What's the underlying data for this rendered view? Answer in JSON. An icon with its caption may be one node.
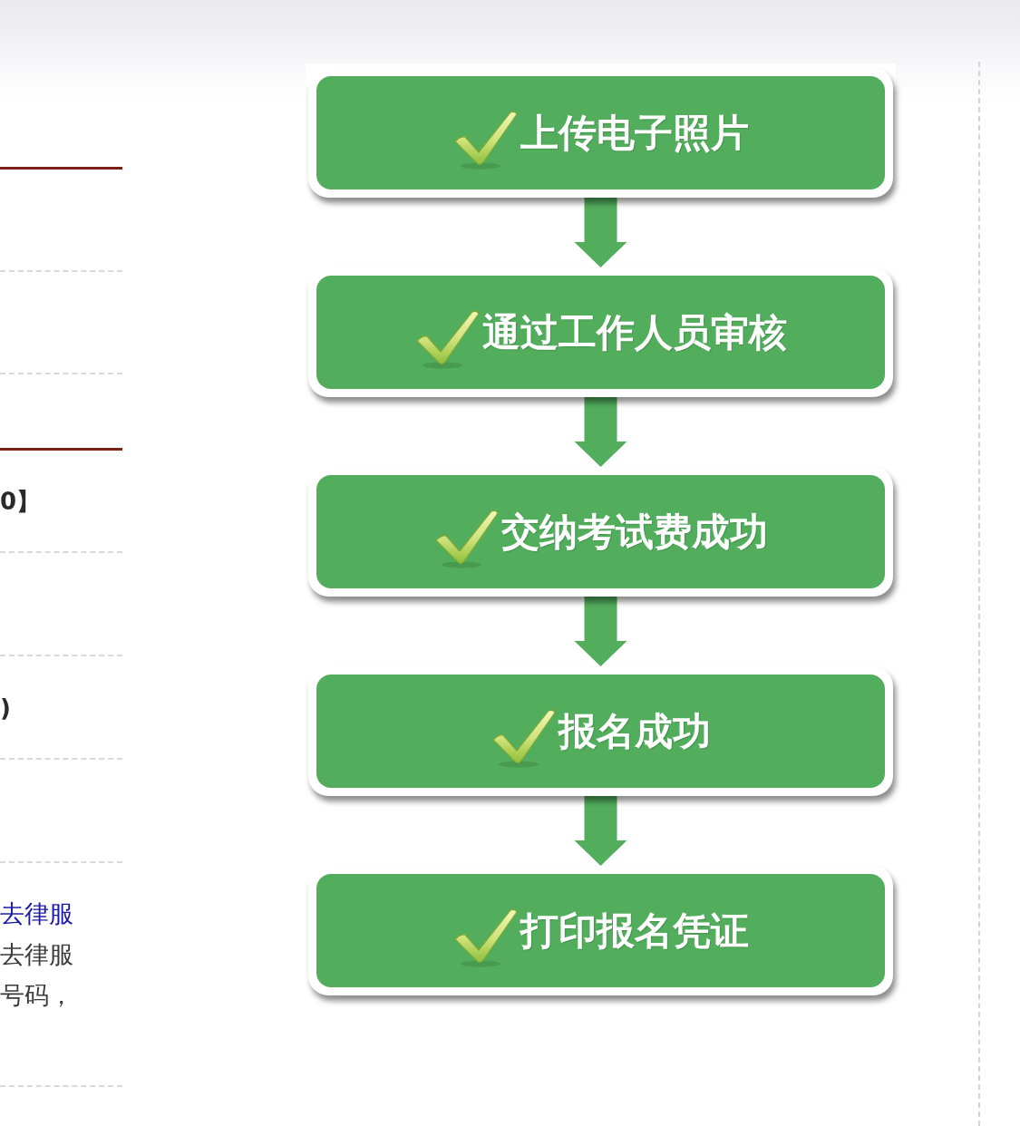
{
  "diagram": {
    "nodes": [
      {
        "text": [
          "上传电子照片"
        ]
      },
      {
        "text": [
          "通过工作人员审核"
        ]
      },
      {
        "text": [
          "交纳考试费成功"
        ]
      },
      {
        "text": [
          "报名成功"
        ]
      },
      {
        "text": [
          "打印报名凭证"
        ]
      }
    ],
    "edges": [
      {
        "from": 0,
        "to": 1,
        "arrow": "to"
      },
      {
        "from": 1,
        "to": 2,
        "arrow": "to"
      },
      {
        "from": 2,
        "to": 3,
        "arrow": "to"
      },
      {
        "from": 3,
        "to": 4,
        "arrow": "to"
      }
    ],
    "labels": [
      "0】",
      ")",
      "去律服",
      "去律服",
      "号码，"
    ]
  }
}
